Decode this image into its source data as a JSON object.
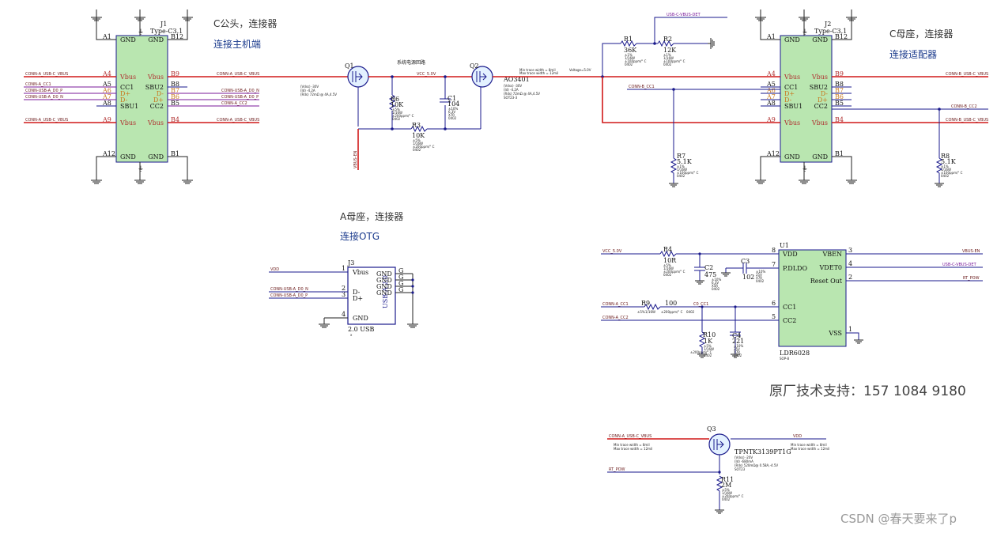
{
  "notes": {
    "j1_line1": "C公头，连接器",
    "j1_line2": "连接主机端",
    "j2_line1": "C母座，连接器",
    "j2_line2": "连接适配器",
    "j3_line1": "A母座，连接器",
    "j3_line2": "连接OTG",
    "power_path": "系统电源回路",
    "support": "原厂技术支持：157 1084 9180",
    "watermark": "CSDN @春天要来了p"
  },
  "j1": {
    "ref": "J1",
    "type": "Type-C3.1",
    "pins_left": [
      {
        "num": "A1",
        "name": "GND"
      },
      {
        "num": "A4",
        "name": "Vbus"
      },
      {
        "num": "A5",
        "name": "CC1"
      },
      {
        "num": "A6",
        "name": "D+"
      },
      {
        "num": "A7",
        "name": "D-"
      },
      {
        "num": "A8",
        "name": "SBU1"
      },
      {
        "num": "A9",
        "name": "Vbus"
      },
      {
        "num": "A12",
        "name": "GND"
      }
    ],
    "pins_right": [
      {
        "num": "B12",
        "name": "GND"
      },
      {
        "num": "B9",
        "name": "Vbus"
      },
      {
        "num": "B8",
        "name": "SBU2"
      },
      {
        "num": "B7",
        "name": "D-"
      },
      {
        "num": "B6",
        "name": "D+"
      },
      {
        "num": "B5",
        "name": "CC2"
      },
      {
        "num": "B4",
        "name": "Vbus"
      },
      {
        "num": "B1",
        "name": "GND"
      }
    ]
  },
  "j2": {
    "ref": "J2",
    "type": "Type-C3.1",
    "pins_left": [
      {
        "num": "A1",
        "name": "GND"
      },
      {
        "num": "A4",
        "name": "Vbus"
      },
      {
        "num": "A5",
        "name": "CC1"
      },
      {
        "num": "A6",
        "name": "D+"
      },
      {
        "num": "A7",
        "name": "D-"
      },
      {
        "num": "A8",
        "name": "SBU1"
      },
      {
        "num": "A9",
        "name": "Vbus"
      },
      {
        "num": "A12",
        "name": "GND"
      }
    ],
    "pins_right": [
      {
        "num": "B12",
        "name": "GND"
      },
      {
        "num": "B9",
        "name": "Vbus"
      },
      {
        "num": "B8",
        "name": "SBU2"
      },
      {
        "num": "B7",
        "name": "D-"
      },
      {
        "num": "B6",
        "name": "D+"
      },
      {
        "num": "B5",
        "name": "CC2"
      },
      {
        "num": "B4",
        "name": "Vbus"
      },
      {
        "num": "B1",
        "name": "GND"
      }
    ]
  },
  "j3": {
    "ref": "J3",
    "type": "2.0 USB",
    "body": "USB-A 2.0",
    "pins_left": [
      {
        "num": "1",
        "name": "Vbus"
      },
      {
        "num": "2",
        "name": "D-"
      },
      {
        "num": "3",
        "name": "D+"
      },
      {
        "num": "4",
        "name": "GND"
      }
    ],
    "pins_right": [
      "GND",
      "GND",
      "GND",
      "GND"
    ],
    "g_labels": [
      "G",
      "G",
      "G",
      "G"
    ],
    "x_mark": "x"
  },
  "u1": {
    "ref": "U1",
    "part": "LDR6028",
    "pkg": "SOP-8",
    "pins": [
      {
        "num": "8",
        "name": "VDD"
      },
      {
        "num": "7",
        "name": "P.DLDO"
      },
      {
        "num": "6",
        "name": "CC1"
      },
      {
        "num": "5",
        "name": "CC2"
      },
      {
        "num": "3",
        "name": "VBEN"
      },
      {
        "num": "4",
        "name": "VDET0"
      },
      {
        "num": "2",
        "name": "Reset Out"
      },
      {
        "num": "1",
        "name": "VSS"
      }
    ]
  },
  "nets": {
    "j1_a4": "CONN-A_USB-C_VBUS",
    "j1_a5": "CONN-A_CC1",
    "j1_a6": "CONN-USB-A_D0_P",
    "j1_a7": "CONN-USB-A_D0_N",
    "j1_a9": "CONN-A_USB-C_VBUS",
    "j1_b9": "CONN-A_USB-C_VBUS",
    "j1_b7": "CONN-USB-A_D0_N",
    "j1_b6": "CONN-USB-A_D0_P",
    "j1_b5": "CONN-A_CC2",
    "j1_b4": "CONN-A_USB-C_VBUS",
    "vcc": "VCC_5.0V",
    "usbc_vbus_det": "USB-C-VBUS-DET",
    "j2_cc1": "CONN-B_CC1",
    "j2_b9": "CONN-B_USB-C_VBUS",
    "j2_b5": "CONN-B_CC2",
    "j2_b4": "CONN-B_USB-C_VBUS",
    "vbus_en": "VBUS-EN",
    "voltage": "Voltage=5.0V",
    "j3_vdd": "VDD",
    "j3_dn": "CONN-USB-A_D0_N",
    "j3_dp": "CONN-USB-A_D0_P",
    "u1_vcc": "VCC_5.0V",
    "u1_cc1": "CONN-A_CC1",
    "u1_cc2": "CONN-A_CC2",
    "cc_int": "C0_CC1",
    "u1_vbus_en": "VBUS-EN",
    "u1_det": "USB-C-VBUS-DET",
    "u1_rst": "RT_POW",
    "q3_in": "CONN-A_USB-C_VBUS",
    "q3_out": "VDD",
    "q3_gate": "RT_POW"
  },
  "parts": {
    "q1": {
      "ref": "Q1",
      "spec1": "(Vdss) -30V",
      "spec2": "(Id) -4.2A",
      "spec3": "(Rds) 72mΩ @ 4A,4.5V"
    },
    "q2": {
      "ref": "Q2",
      "part": "AO3401",
      "spec1": "(Vdss) -30V",
      "spec2": "(Id) -4.2A",
      "spec3": "(Rds) 72mΩ @ 4A,4.5V",
      "pkg": "SOT23-3"
    },
    "q3": {
      "ref": "Q3",
      "part": "TPNTK3139PT1G",
      "spec1": "(Vdss) -20V",
      "spec2": "(Id) -680mA",
      "spec3": "(Rds) 520mΩ@ 0.58A,-4.5V",
      "pkg": "SOT23"
    },
    "trace": {
      "w1": "Min trace width = 8mil",
      "w2": "Max trace width = 12mil"
    },
    "r1": {
      "ref": "R1",
      "val": "36K",
      "tol": "±1%",
      "pwr": "1/16W",
      "tc": "±100ppm/° C",
      "pkg": "0402"
    },
    "r2": {
      "ref": "R2",
      "val": "12K",
      "tol": "±1%",
      "pwr": "1/16W",
      "tc": "±100ppm/° C",
      "pkg": "0402"
    },
    "r3": {
      "ref": "R3",
      "val": "10K",
      "tol": "±5%",
      "pwr": "1/16W",
      "tc": "±200ppm/° C",
      "pkg": "0402"
    },
    "r4": {
      "ref": "R4",
      "val": "10R",
      "tol": "±5%",
      "pwr": "1/16W",
      "tc": "±200ppm/° C",
      "pkg": "0402"
    },
    "r6": {
      "ref": "R6",
      "val": "10K",
      "tol": "±5%",
      "pwr": "1/16W",
      "tc": "±200ppm/° C",
      "pkg": "0402"
    },
    "r7": {
      "ref": "R7",
      "val": "5.1K",
      "tol": "±1%",
      "pwr": "1/16W",
      "tc": "±100ppm/° C",
      "pkg": "0402"
    },
    "r8": {
      "ref": "R8",
      "val": "5.1K",
      "tol": "±1%",
      "pwr": "1/16W",
      "tc": "±100ppm/° C",
      "pkg": "0402"
    },
    "r9": {
      "ref": "R9",
      "val": "100",
      "tol": "±5%",
      "pwr": "1/16W",
      "tc": "±200ppm/° C",
      "pkg": "0402"
    },
    "r10": {
      "ref": "R10",
      "val": "1K",
      "tol": "±5%",
      "pwr": "1/16W",
      "tc": "±200ppm/° C",
      "pkg": "0402"
    },
    "r11": {
      "ref": "R11",
      "val": "2M",
      "tol": "±5%",
      "pwr": "1/16W",
      "tc": "±200ppm/° C",
      "pkg": "0402"
    },
    "c1": {
      "ref": "C1",
      "val": "104",
      "tol": "±10%",
      "v": "6.3V",
      "die": "X7R",
      "pkg": "0402"
    },
    "c2": {
      "ref": "C2",
      "val": "475",
      "tol": "±10%",
      "v": "6.3V",
      "die": "X5R",
      "pkg": "0402"
    },
    "c3": {
      "ref": "C3",
      "val": "102",
      "tol": "±10%",
      "v": "25V",
      "die": "X7R",
      "pkg": "0402"
    },
    "c4": {
      "ref": "C4",
      "val": "221",
      "tol": "±10%",
      "v": "25V",
      "die": "X7R",
      "pkg": "0402"
    }
  }
}
